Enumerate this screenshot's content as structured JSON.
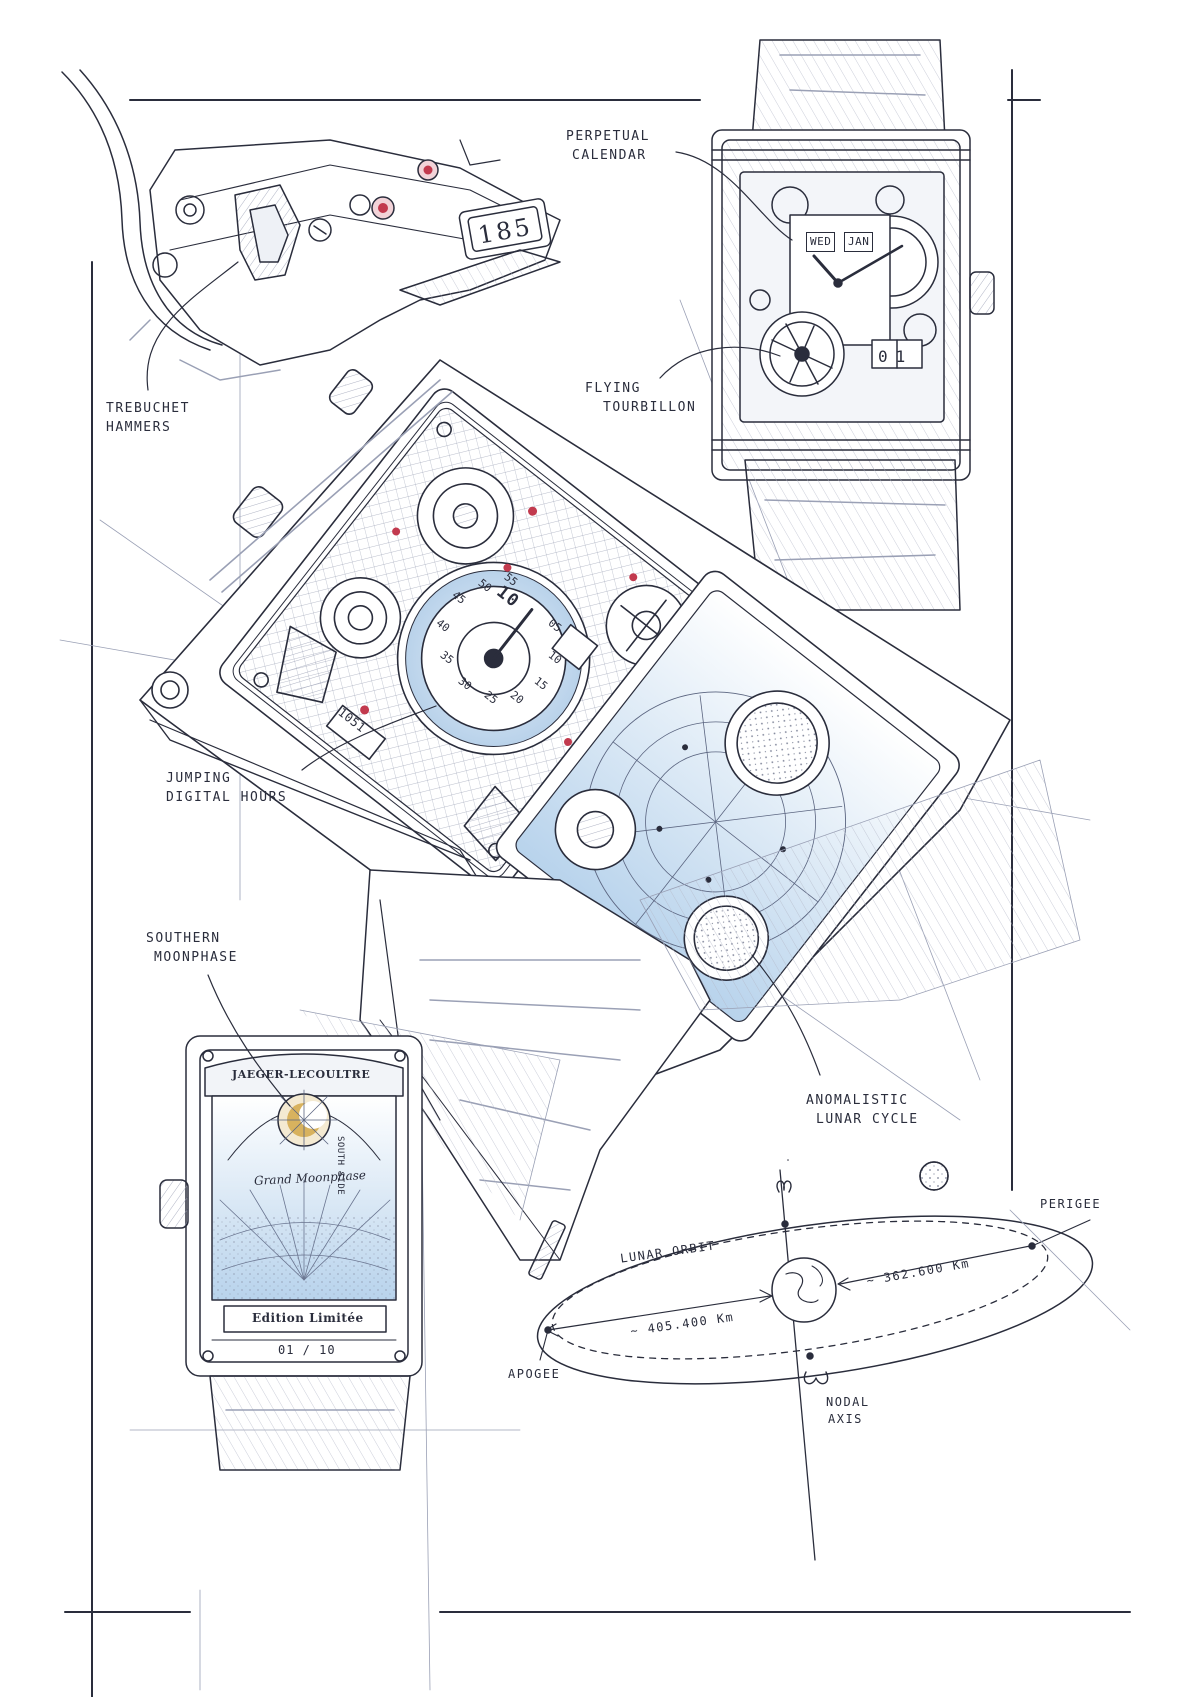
{
  "annotations": {
    "trebuchet": [
      "TREBUCHET",
      "HAMMERS"
    ],
    "perpetual": [
      "PERPETUAL",
      "CALENDAR"
    ],
    "tourbillon": [
      "FLYING",
      "TOURBILLON"
    ],
    "jumping": [
      "JUMPING",
      "DIGITAL HOURS"
    ],
    "southern": [
      "SOUTHERN",
      "MOONPHASE"
    ],
    "anomalistic": [
      "ANOMALISTIC",
      "LUNAR CYCLE"
    ]
  },
  "orbit": {
    "lunar_orbit": "LUNAR ORBIT",
    "perigee": "PERIGEE",
    "apogee": "APOGEE",
    "perigee_distance": "~ 362.600 Km",
    "apogee_distance": "~ 405.400 Km",
    "nodal_axis": [
      "NODAL",
      "AXIS"
    ]
  },
  "dial": {
    "hammer_counter": "185",
    "jump_hour": "10",
    "jump_hour_rear": "1051",
    "day": "WED",
    "month": "JAN",
    "date_digits": "01",
    "minute_numbers": [
      "45",
      "50",
      "55",
      "40",
      "05",
      "35",
      "10",
      "30",
      "15",
      "25",
      "20"
    ],
    "brand": "JAEGER-LECOULTRE",
    "dial_script": "Grand Moonphase",
    "side_text": "SOUTH SIDE",
    "edition": "Edition Limitée",
    "edition_number": "01 / 10"
  },
  "colors": {
    "ink": "#2a2d3c",
    "pencil": "#8a8fa6",
    "blue_tint": "#bfd6ec",
    "red_jewel": "#c23a4e",
    "gold": "#d8b25e"
  }
}
